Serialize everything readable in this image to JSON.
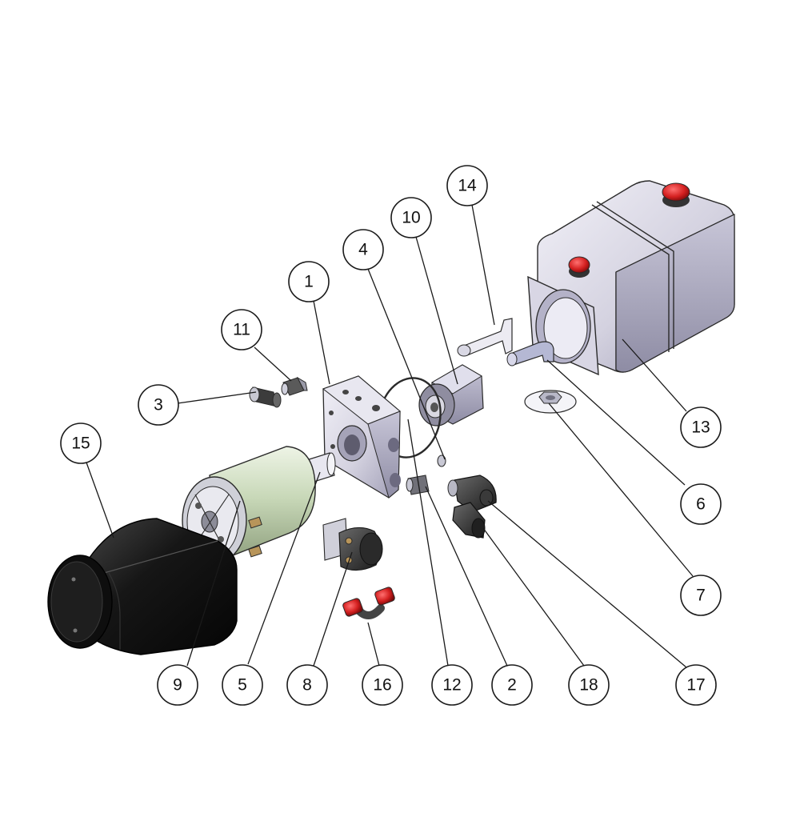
{
  "diagram": {
    "colors": {
      "steel": "#d4d2e0",
      "steel_dark": "#8e8ca4",
      "motor_green": "#c8d8b8",
      "cover_black": "#161616",
      "cap_red": "#d42020",
      "fitting_red": "#e11f1f",
      "brass": "#b8955a",
      "line": "#1a1a1a"
    },
    "callouts": [
      {
        "id": "c1",
        "label": "1"
      },
      {
        "id": "c2",
        "label": "2"
      },
      {
        "id": "c3",
        "label": "3"
      },
      {
        "id": "c4",
        "label": "4"
      },
      {
        "id": "c5",
        "label": "5"
      },
      {
        "id": "c6",
        "label": "6"
      },
      {
        "id": "c7",
        "label": "7"
      },
      {
        "id": "c8",
        "label": "8"
      },
      {
        "id": "c9",
        "label": "9"
      },
      {
        "id": "c10",
        "label": "10"
      },
      {
        "id": "c11",
        "label": "11"
      },
      {
        "id": "c12",
        "label": "12"
      },
      {
        "id": "c13",
        "label": "13"
      },
      {
        "id": "c14",
        "label": "14"
      },
      {
        "id": "c15",
        "label": "15"
      },
      {
        "id": "c16",
        "label": "16"
      },
      {
        "id": "c17",
        "label": "17"
      },
      {
        "id": "c18",
        "label": "18"
      }
    ]
  }
}
